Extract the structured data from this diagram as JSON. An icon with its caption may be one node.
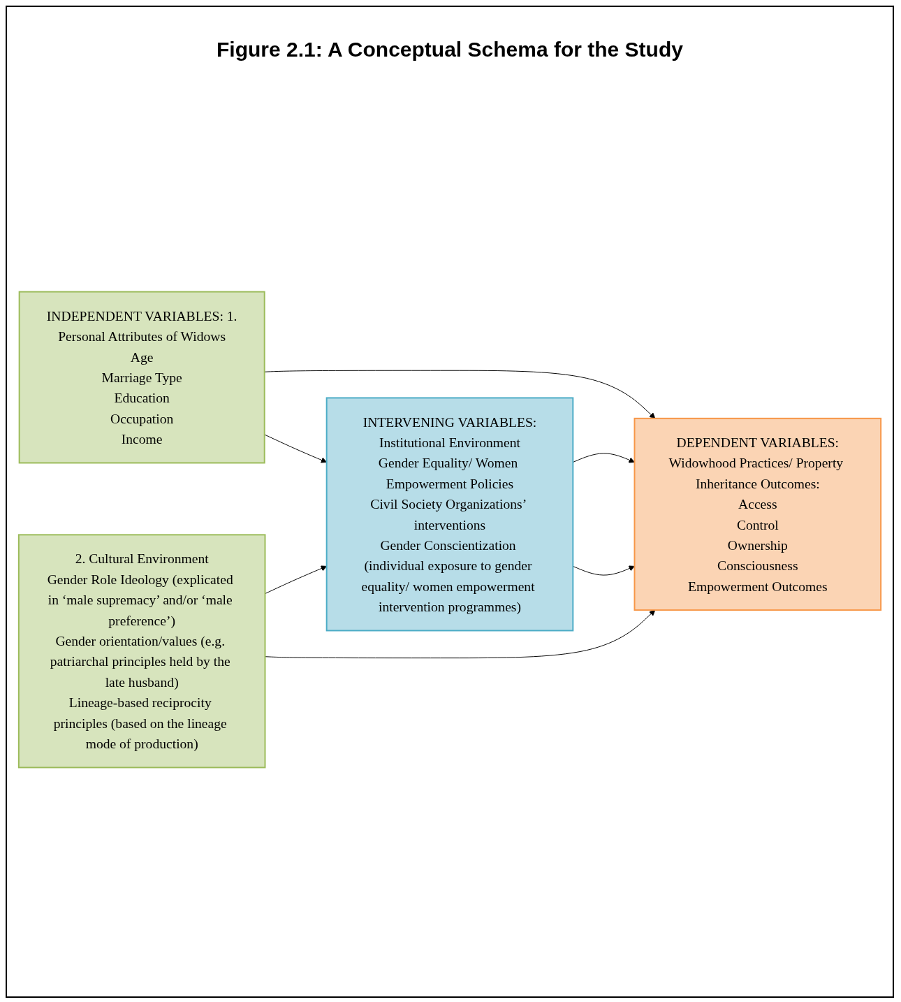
{
  "diagram": {
    "title": "Figure 2.1: A Conceptual Schema for the Study",
    "nodes": [
      {
        "text": [
          "INDEPENDENT VARIABLES: 1.",
          "Personal Attributes of Widows",
          "Age",
          "Marriage Type",
          "Education",
          "Occupation",
          "Income"
        ]
      },
      {
        "text": [
          "2. Cultural Environment",
          "Gender Role Ideology (explicated in ‘male supremacy’ and/or ‘male preference’)",
          "Gender orientation/values (e.g. patriarchal principles held by the late husband)",
          "Lineage-based reciprocity principles (based on the lineage mode of production)"
        ]
      },
      {
        "text": [
          "INTERVENING VARIABLES:",
          "Institutional Environment",
          "Gender Equality/ Women Empowerment Policies",
          "Civil Society Organizations’ interventions",
          "Gender Conscientization (individual exposure to gender equality/ women empowerment intervention programmes)"
        ]
      },
      {
        "text": [
          "DEPENDENT VARIABLES:",
          "Widowhood Practices/ Property Inheritance Outcomes:",
          "Access",
          "Control",
          "Ownership",
          "Consciousness",
          "Empowerment Outcomes"
        ]
      }
    ],
    "edges": [
      {
        "from": 0,
        "to": 3,
        "arrow": "to"
      },
      {
        "from": 0,
        "to": 2,
        "arrow": "to"
      },
      {
        "from": 2,
        "to": 3,
        "arrow": "to"
      },
      {
        "from": 1,
        "to": 2,
        "arrow": "to"
      },
      {
        "from": 2,
        "to": 3,
        "arrow": "to"
      },
      {
        "from": 1,
        "to": 3,
        "arrow": "to"
      }
    ]
  }
}
